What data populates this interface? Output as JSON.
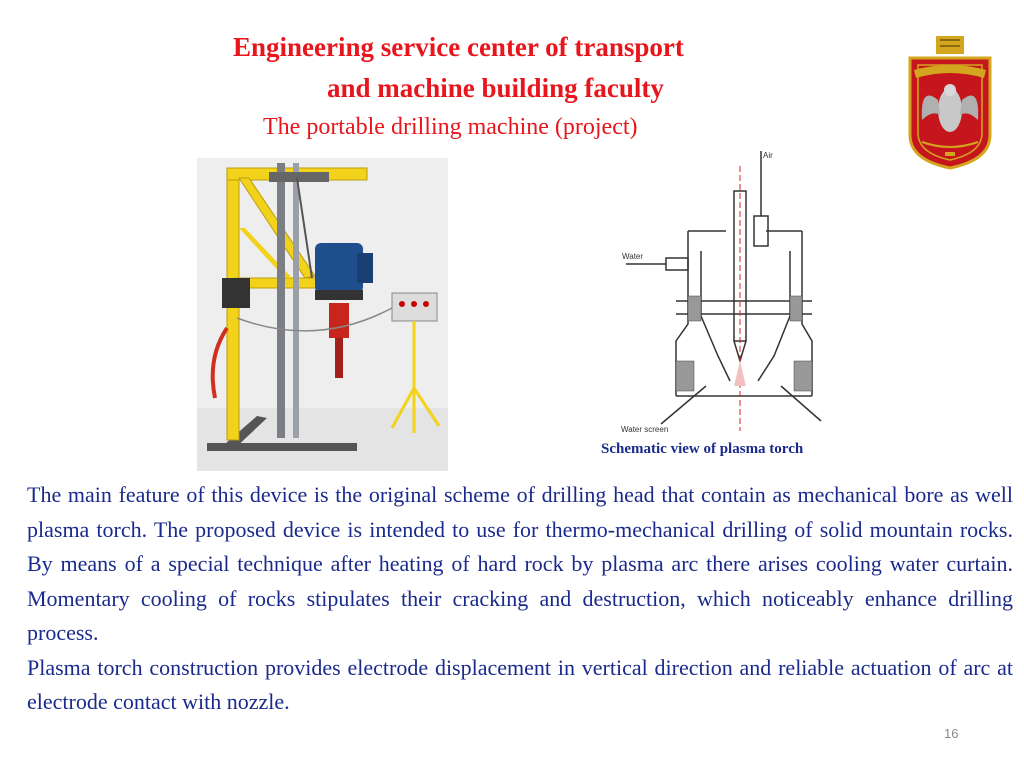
{
  "header": {
    "title_line1": "Engineering service center of transport",
    "title_line2": "and machine building faculty",
    "subtitle": "The portable drilling machine (project)"
  },
  "figure": {
    "caption": "Schematic view of plasma torch",
    "labels": {
      "air": "Air",
      "water": "Water",
      "water_screen": "Water screen"
    }
  },
  "body": {
    "paragraph1": "The main feature of this device is the original scheme of drilling head that contain as mechanical bore as well plasma torch.  The proposed device is intended to use for thermo-mechanical drilling of solid mountain rocks. By means of a special technique after heating of hard rock by plasma arc there arises cooling water curtain. Momentary cooling of rocks stipulates their cracking and destruction, which noticeably enhance drilling process.",
    "paragraph2": "Plasma torch construction provides electrode displacement in vertical direction  and reliable actuation of arc at electrode contact with nozzle."
  },
  "footer": {
    "page_number": "16"
  },
  "colors": {
    "title_red": "#e8161c",
    "body_blue": "#1a2a8c",
    "crest_red": "#c4161c",
    "crest_gold": "#d4a51f"
  }
}
